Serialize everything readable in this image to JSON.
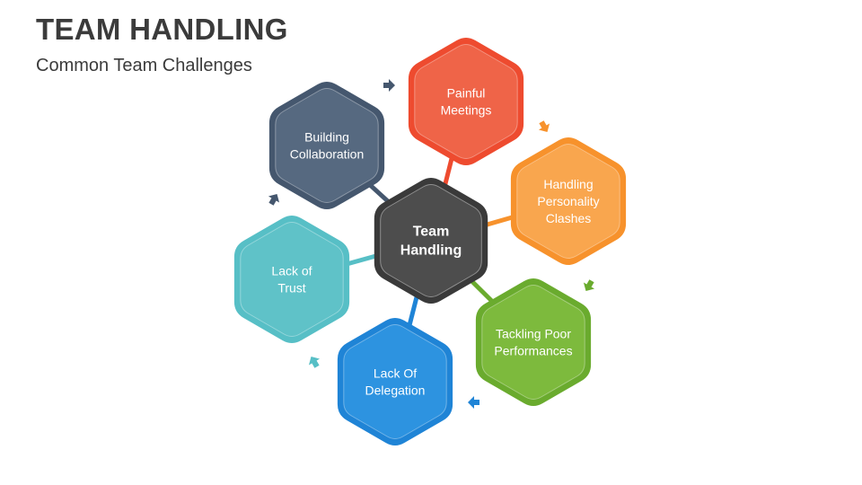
{
  "header": {
    "title": "TEAM HANDLING",
    "subtitle": "Common Team Challenges"
  },
  "center": {
    "lines": [
      "Team",
      "Handling"
    ],
    "color": "#4d4d4d"
  },
  "challenges": [
    {
      "id": "painful-meetings",
      "lines": [
        "Painful",
        "Meetings"
      ],
      "color": "#ee4b2f",
      "fill": "#ef6448"
    },
    {
      "id": "handling-personality-clashes",
      "lines": [
        "Handling",
        "Personality",
        "Clashes"
      ],
      "color": "#f7922c",
      "fill": "#f9a64e"
    },
    {
      "id": "tackling-poor-performances",
      "lines": [
        "Tackling Poor",
        "Performances"
      ],
      "color": "#6aab2e",
      "fill": "#7dba3d"
    },
    {
      "id": "lack-of-delegation",
      "lines": [
        "Lack Of",
        "Delegation"
      ],
      "color": "#1f84d6",
      "fill": "#2d93e0"
    },
    {
      "id": "lack-of-trust",
      "lines": [
        "Lack of",
        "Trust"
      ],
      "color": "#57bfc6",
      "fill": "#5fc2c8"
    },
    {
      "id": "building-collaboration",
      "lines": [
        "Building",
        "Collaboration"
      ],
      "color": "#45576e",
      "fill": "#566980"
    }
  ]
}
